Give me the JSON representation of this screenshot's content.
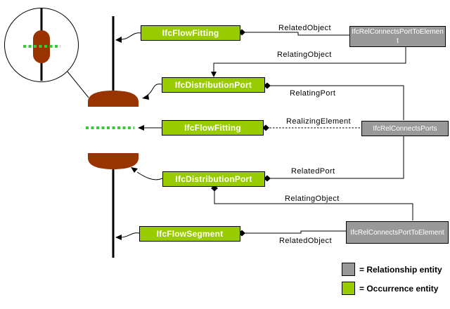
{
  "colors": {
    "occurrence_green": "#99CC00",
    "relationship_gray": "#999999",
    "fitting_brown": "#993300",
    "port_dot_green": "#33CC33",
    "line_black": "#000000",
    "box_text_white": "#FFFFFF",
    "background": "#FFFFFF"
  },
  "entity_boxes": [
    {
      "label": "IfcFlowFitting",
      "type": "occurrence"
    },
    {
      "label": "IfcDistributionPort",
      "type": "occurrence"
    },
    {
      "label": "IfcFlowFitting",
      "type": "occurrence"
    },
    {
      "label": "IfcDistributionPort",
      "type": "occurrence"
    },
    {
      "label": "IfcFlowSegment",
      "type": "occurrence"
    },
    {
      "label": "IfcRelConnectsPortToElement",
      "type": "relationship"
    },
    {
      "label": "IfcRelConnectsPorts",
      "type": "relationship"
    },
    {
      "label": "IfcRelConnectsPortToElement",
      "type": "relationship"
    }
  ],
  "relation_labels": [
    {
      "text": "RelatedObject"
    },
    {
      "text": "RelatingObject"
    },
    {
      "text": "RelatingPort"
    },
    {
      "text": "RealizingElement"
    },
    {
      "text": "RelatedPort"
    },
    {
      "text": "RelatingObject"
    },
    {
      "text": "RelatedObject"
    }
  ],
  "legend": {
    "items": [
      {
        "text": "= Relationship entity"
      },
      {
        "text": "= Occurrence entity"
      }
    ]
  }
}
